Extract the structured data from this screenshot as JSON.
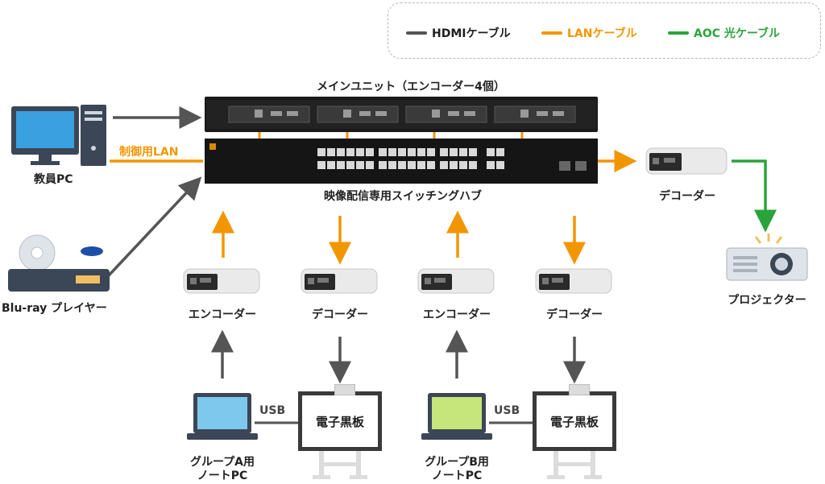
{
  "legend": {
    "hdmi": "HDMIケーブル",
    "lan": "LANケーブル",
    "aoc": "AOC 光ケーブル"
  },
  "colors": {
    "hdmi": "#555555",
    "lan": "#f29600",
    "aoc": "#2aa43a"
  },
  "main_unit_label": "メインユニット（エンコーダー4個）",
  "control_lan_label": "制御用LAN",
  "hub_label": "映像配信専用スイッチングハブ",
  "teacher_pc_label": "教員PC",
  "bluray_label": "Blu-ray プレイヤー",
  "decoder_right_label": "デコーダー",
  "projector_label": "プロジェクター",
  "encoder_a_label": "エンコーダー",
  "decoder_a_label": "デコーダー",
  "encoder_b_label": "エンコーダー",
  "decoder_b_label": "デコーダー",
  "usb_a_label": "USB",
  "usb_b_label": "USB",
  "board_a_label": "電子黒板",
  "board_b_label": "電子黒板",
  "laptop_a_label_line1": "グループA用",
  "laptop_a_label_line2": "ノートPC",
  "laptop_b_label_line1": "グループB用",
  "laptop_b_label_line2": "ノートPC",
  "icons": {
    "teacher_pc": "desktop-pc-icon",
    "bluray": "bluray-player-icon",
    "projector": "projector-icon",
    "laptop": "laptop-icon",
    "board": "whiteboard-icon"
  }
}
